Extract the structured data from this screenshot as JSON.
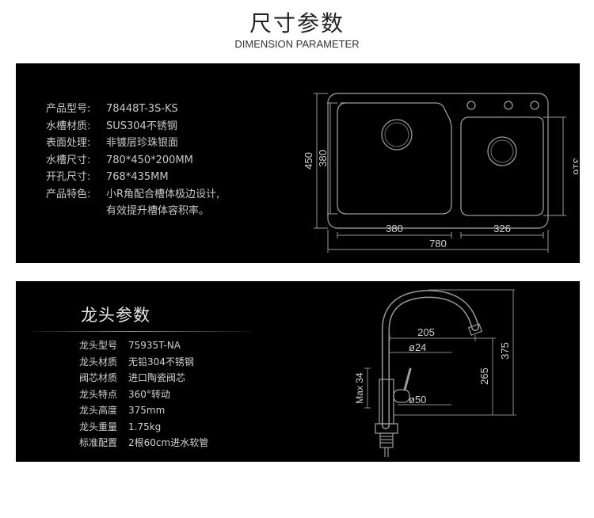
{
  "header": {
    "title_cn": "尺寸参数",
    "title_en": "DIMENSION PARAMETER"
  },
  "sink_specs": {
    "rows": [
      {
        "label": "产品型号:",
        "value": "78448T-3S-KS"
      },
      {
        "label": "水槽材质:",
        "value": "SUS304不锈钢"
      },
      {
        "label": "表面处理:",
        "value": "非镀层珍珠银面"
      },
      {
        "label": "水槽尺寸:",
        "value": "780*450*200MM"
      },
      {
        "label": "开孔尺寸:",
        "value": "768*435MM"
      },
      {
        "label": "产品特色:",
        "value": "小R角配合槽体极边设计,"
      }
    ],
    "feature_continued": "有效提升槽体容积率。"
  },
  "sink_drawing": {
    "dim_overall_height": "450",
    "dim_inner_height": "380",
    "dim_right_height": "316",
    "dim_left_width": "380",
    "dim_right_width": "326",
    "dim_total_width": "780"
  },
  "faucet": {
    "title": "龙头参数",
    "rows": [
      {
        "label": "龙头型号",
        "value": "75935T-NA"
      },
      {
        "label": "龙头材质",
        "value": "无铅304不锈钢"
      },
      {
        "label": "阀芯材质",
        "value": "进口陶瓷阀芯"
      },
      {
        "label": "龙头特点",
        "value": "360°转动"
      },
      {
        "label": "龙头高度",
        "value": "375mm"
      },
      {
        "label": "龙头重量",
        "value": "1.75kg"
      },
      {
        "label": "标准配置",
        "value": "2根60cm进水软管"
      }
    ]
  },
  "faucet_drawing": {
    "dim_reach": "205",
    "dim_pipe_dia": "ø24",
    "dim_spout_height": "265",
    "dim_total_height": "375",
    "dim_base_dia": "ø50",
    "dim_max": "Max 34"
  }
}
